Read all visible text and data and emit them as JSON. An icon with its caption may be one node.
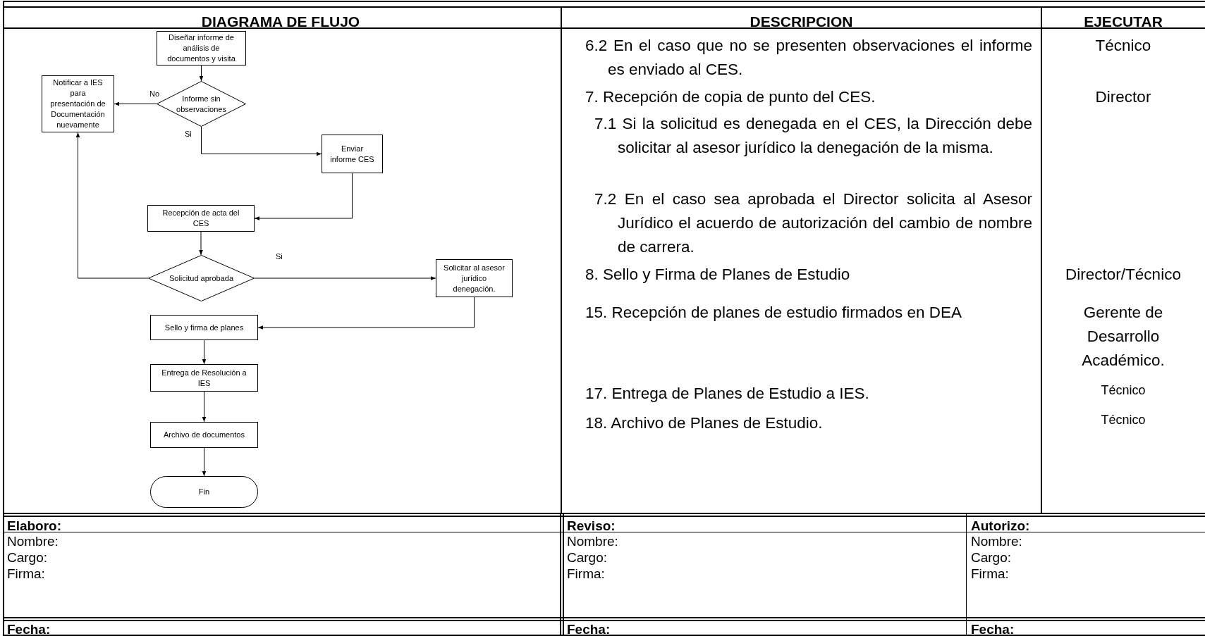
{
  "diagram": {
    "nodes": [
      {
        "text": [
          "Diseñar informe de análisis de documentos y visita"
        ]
      },
      {
        "text": [
          "Informe sin observaciones"
        ]
      },
      {
        "text": [
          "Notificar a IES para presentación de Documentación nuevamente"
        ]
      },
      {
        "text": [
          "Enviar informe CES"
        ]
      },
      {
        "text": [
          "Recepción de acta del CES"
        ]
      },
      {
        "text": [
          "Solicitud aprobada"
        ]
      },
      {
        "text": [
          "Solicitar al asesor jurídico denegación."
        ]
      },
      {
        "text": [
          "Sello y firma de planes"
        ]
      },
      {
        "text": [
          "Entrega de Resolución a IES"
        ]
      },
      {
        "text": [
          "Archivo de documentos"
        ]
      },
      {
        "text": [
          "Fin"
        ]
      }
    ],
    "edges": [
      {
        "from": 0,
        "to": 1,
        "arrow": "to"
      },
      {
        "from": 1,
        "to": 2,
        "arrow": "to",
        "label": "No"
      },
      {
        "from": 1,
        "to": 3,
        "arrow": "to",
        "label": "Si"
      },
      {
        "from": 3,
        "to": 4,
        "arrow": "to"
      },
      {
        "from": 4,
        "to": 5,
        "arrow": "to"
      },
      {
        "from": 5,
        "to": 2,
        "arrow": "to"
      },
      {
        "from": 5,
        "to": 6,
        "arrow": "to",
        "label": "Si"
      },
      {
        "from": 6,
        "to": 7,
        "arrow": "to"
      },
      {
        "from": 7,
        "to": 8,
        "arrow": "to"
      },
      {
        "from": 8,
        "to": 9,
        "arrow": "to"
      },
      {
        "from": 9,
        "to": 10,
        "arrow": "to"
      }
    ],
    "labels": [
      "DIAGRAMA DE FLUJO",
      "DESCRIPCION",
      "EJECUTAR",
      "6.2 En el caso que no se presenten observaciones el informe es enviado al CES.",
      "Técnico",
      "7. Recepción de copia de punto del CES.",
      "Director",
      "7.1 Si la solicitud es denegada en el CES, la Dirección debe solicitar al asesor jurídico la denegación de la misma.",
      "7.2 En el caso sea aprobada el Director solicita al Asesor Jurídico el acuerdo de autorización del cambio de nombre de carrera.",
      "8. Sello y Firma de Planes de Estudio",
      "Director/Técnico",
      "15. Recepción de planes de estudio firmados en DEA",
      "Gerente de Desarrollo Académico.",
      "17. Entrega de Planes de Estudio a IES.",
      "Técnico",
      "18. Archivo de Planes de Estudio.",
      "Técnico",
      "Elaboro:",
      "Reviso:",
      "Autorizo:",
      "Nombre:",
      "Nombre:",
      "Nombre:",
      "Cargo:",
      "Cargo:",
      "Cargo:",
      "Firma:",
      "Firma:",
      "Firma:",
      "Fecha:",
      "Fecha:",
      "Fecha:"
    ]
  }
}
